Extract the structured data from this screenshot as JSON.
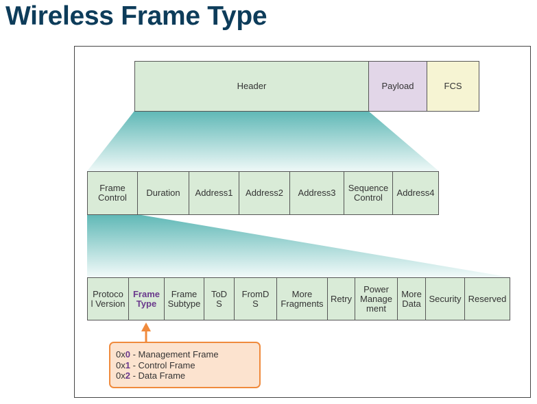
{
  "title": "Wireless Frame Type",
  "top_row": {
    "header": "Header",
    "payload": "Payload",
    "fcs": "FCS"
  },
  "mid_row": {
    "frame_control_1": "Frame",
    "frame_control_2": "Control",
    "duration": "Duration",
    "address1": "Address1",
    "address2": "Address2",
    "address3": "Address3",
    "sequence_control_1": "Sequence",
    "sequence_control_2": "Control",
    "address4": "Address4"
  },
  "bottom_row": {
    "protocol_version_1": "Protoco",
    "protocol_version_2": "l Version",
    "frame_type_1": "Frame",
    "frame_type_2": "Type",
    "frame_subtype_1": "Frame",
    "frame_subtype_2": "Subtype",
    "tods_1": "ToD",
    "tods_2": "S",
    "fromds_1": "FromD",
    "fromds_2": "S",
    "more_fragments_1": "More",
    "more_fragments_2": "Fragments",
    "retry": "Retry",
    "power_management_1": "Power",
    "power_management_2": "Manage",
    "power_management_3": "ment",
    "more_data_1": "More",
    "more_data_2": "Data",
    "security": "Security",
    "reserved": "Reserved"
  },
  "callout": {
    "line1_prefix": "0x",
    "line1_code": "0",
    "line1_text": " - Management Frame",
    "line2_prefix": "0x",
    "line2_code": "1",
    "line2_text": " - Control Frame",
    "line3_prefix": "0x",
    "line3_code": "2",
    "line3_text": " - Data Frame"
  },
  "colors": {
    "title": "#0d3c5a",
    "field_green": "#d9ebd7",
    "payload_purple": "#e2d6e8",
    "fcs_yellow": "#f6f4d3",
    "funnel_teal": "#5fb8b6",
    "callout_orange": "#f08a3c",
    "callout_fill": "#fce3cf",
    "highlight_purple": "#6a3a8c"
  }
}
